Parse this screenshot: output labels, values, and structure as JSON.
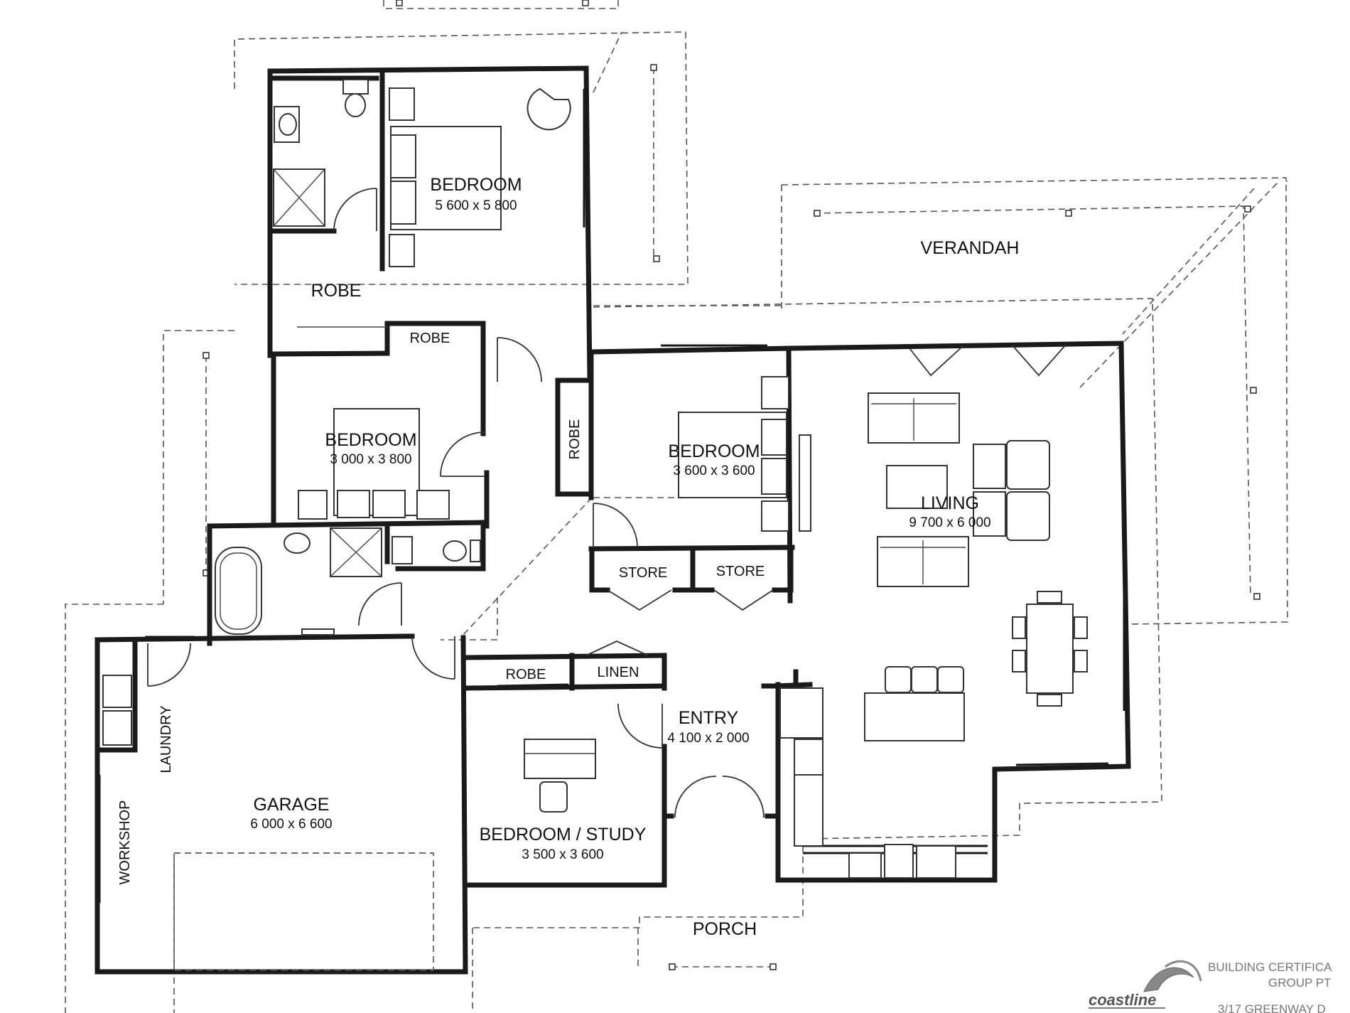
{
  "rooms": {
    "master_bedroom": {
      "name": "BEDROOM",
      "dims": "5 600 x 5 800"
    },
    "robe_master": {
      "name": "ROBE"
    },
    "robe_small": {
      "name": "ROBE"
    },
    "bedroom2": {
      "name": "BEDROOM",
      "dims": "3 000 x 3 800"
    },
    "robe_vertical": {
      "name": "ROBE"
    },
    "bedroom3": {
      "name": "BEDROOM",
      "dims": "3 600 x 3 600"
    },
    "store1": {
      "name": "STORE"
    },
    "store2": {
      "name": "STORE"
    },
    "verandah": {
      "name": "VERANDAH"
    },
    "living": {
      "name": "LIVING",
      "dims": "9 700 x 6 000"
    },
    "robe_study": {
      "name": "ROBE"
    },
    "linen": {
      "name": "LINEN"
    },
    "entry": {
      "name": "ENTRY",
      "dims": "4 100 x 2 000"
    },
    "laundry": {
      "name": "LAUNDRY"
    },
    "workshop": {
      "name": "WORKSHOP"
    },
    "garage": {
      "name": "GARAGE",
      "dims": "6 000 x 6 600"
    },
    "study": {
      "name": "BEDROOM / STUDY",
      "dims": "3 500 x 3 600"
    },
    "porch": {
      "name": "PORCH"
    }
  },
  "certifier": {
    "logo": "coastline",
    "line1": "BUILDING CERTIFICA",
    "line2": "GROUP PT",
    "line3": "3/17 GREENWAY D"
  }
}
